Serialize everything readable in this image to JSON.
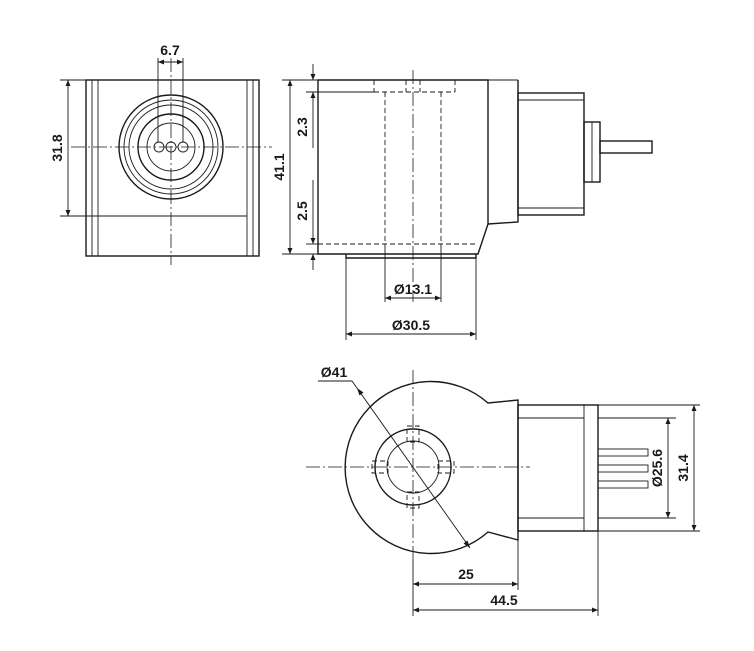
{
  "dimensions": {
    "pin_pitch": "6.7",
    "front_height": "31.8",
    "total_height": "41.1",
    "top_offset": "2.3",
    "bottom_offset": "2.5",
    "bore_diameter": "Ø13.1",
    "base_diameter": "Ø30.5",
    "body_diameter": "Ø41",
    "connector_diameter": "Ø25.6",
    "connector_height": "31.4",
    "center_to_shoulder": "25",
    "center_to_connector": "44.5"
  },
  "colors": {
    "line": "#1a1a1a",
    "background": "#ffffff"
  }
}
